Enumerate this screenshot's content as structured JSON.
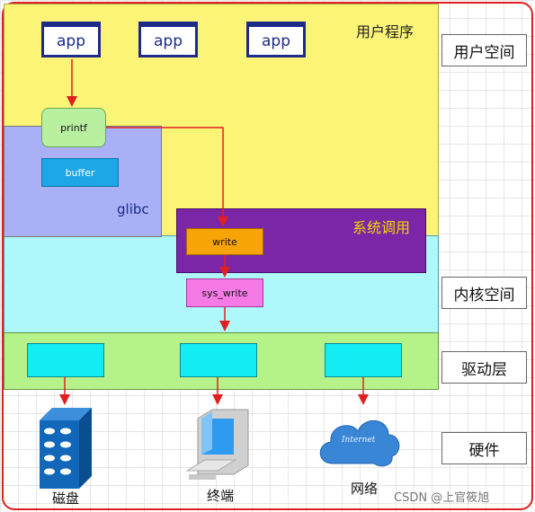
{
  "apps": [
    "app",
    "app",
    "app"
  ],
  "user_program_label": "用户程序",
  "glibc_label": "glibc",
  "printf_label": "printf",
  "buffer_label": "buffer",
  "syscall_label": "系统调用",
  "write_label": "write",
  "sys_write_label": "sys_write",
  "side_labels": {
    "user_space": "用户空间",
    "kernel_space": "内核空间",
    "driver_layer": "驱动层",
    "hardware": "硬件"
  },
  "hardware": {
    "disk": "磁盘",
    "terminal": "终端",
    "network": "网络",
    "cloud_text": "Internet"
  },
  "watermark": "CSDN @上官筱旭",
  "colors": {
    "user_space": "#fbf476",
    "kernel_space": "#aef7fb",
    "driver_layer": "#b5f38a",
    "glibc": "#aab0f6",
    "syscall": "#7a26a6",
    "syscall_label": "#f5d400",
    "arrow": "#e02020"
  }
}
